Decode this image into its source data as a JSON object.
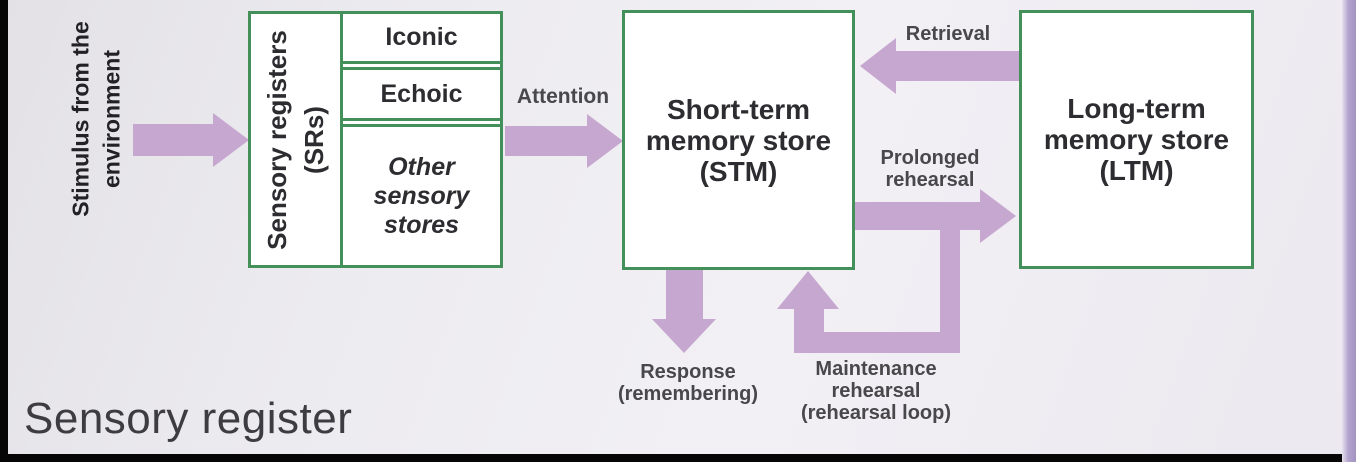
{
  "colors": {
    "arrow_fill": "#c6a7cf",
    "box_border": "#44905a",
    "box_fill": "#ffffff",
    "heading_text": "#2d2d31",
    "label_text": "#48484b",
    "caption_text": "#3d3c43",
    "accent_band": "#b2a3cd",
    "edge_bar": "#060606"
  },
  "stimulus": {
    "line1": "Stimulus from the",
    "line2": "environment"
  },
  "sensory_registers": {
    "title_line1": "Sensory registers",
    "title_line2": "(SRs)",
    "cells": {
      "iconic": "Iconic",
      "echoic": "Echoic",
      "other": "Other sensory stores"
    }
  },
  "stm": {
    "line1": "Short-term",
    "line2": "memory store",
    "line3": "(STM)"
  },
  "ltm": {
    "line1": "Long-term",
    "line2": "memory store",
    "line3": "(LTM)"
  },
  "labels": {
    "attention": "Attention",
    "retrieval": "Retrieval",
    "prolonged_line1": "Prolonged",
    "prolonged_line2": "rehearsal",
    "response_line1": "Response",
    "response_line2": "(remembering)",
    "maintenance_line1": "Maintenance",
    "maintenance_line2": "rehearsal",
    "maintenance_line3": "(rehearsal loop)"
  },
  "caption": {
    "text": "Sensory register"
  }
}
